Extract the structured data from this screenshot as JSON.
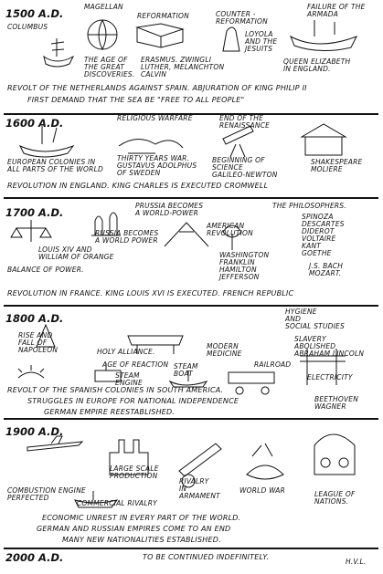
{
  "sections": {
    "s1500": {
      "header": "1500 A.D.",
      "magellan": "MAGELLAN",
      "columbus": "COLUMBUS",
      "reformation": "REFORMATION",
      "counter_reformation": "COUNTER -\nREFORMATION",
      "loyola": "LOYOLA\nAND THE\nJESUITS",
      "armada": "FAILURE OF THE\nARMADA",
      "age_of_discoveries": "THE AGE OF\nTHE GREAT\nDISCOVERIES.",
      "reformers": "ERASMUS. ZWINGLI\nLUTHER, MELANCHTON\nCALVIN",
      "elizabeth": "QUEEN ELIZABETH\nIN ENGLAND.",
      "revolt_line1": "REVOLT OF THE NETHERLANDS AGAINST SPAIN. ABJURATION OF KING PHILIP II",
      "revolt_line2": "FIRST DEMAND THAT THE SEA BE \"FREE TO ALL PEOPLE\""
    },
    "s1600": {
      "header": "1600 A.D.",
      "religious_warfare": "RELIGIOUS WARFARE",
      "renaissance": "END OF THE\nRENAISSANCE",
      "colonies": "EUROPEAN COLONIES IN\nALL PARTS OF THE WORLD",
      "thirty_years": "THIRTY YEARS WAR.\nGUSTAVUS ADOLPHUS\nOF SWEDEN",
      "science": "BEGINNING OF\nSCIENCE\nGALILEO-NEWTON",
      "shakespeare": "SHAKESPEARE\nMOLIERE",
      "revolution_line": "REVOLUTION IN ENGLAND. KING CHARLES IS EXECUTED  CROMWELL"
    },
    "s1700": {
      "header": "1700 A.D.",
      "prussia": "PRUSSIA BECOMES\nA WORLD-POWER",
      "russia": "RUSSIA BECOMES\nA WORLD POWER",
      "american_revolution": "AMERICAN\nREVOLUTION",
      "philosophers": "THE PHILOSOPHERS.",
      "philosopher_names": "SPINOZA\nDESCARTES\nDIDEROT\nVOLTAIRE\nKANT\nGOETHE",
      "louis": "LOUIS XIV AND\nWILLIAM OF ORANGE",
      "balance": "BALANCE OF POWER.",
      "americans": "WASHINGTON\nFRANKLIN\nHAMILTON\nJEFFERSON",
      "bach": "J.S. BACH\nMOZART.",
      "revolution_line": "REVOLUTION IN FRANCE. KING LOUIS XVI IS EXECUTED. FRENCH REPUBLIC"
    },
    "s1800": {
      "header": "1800 A.D.",
      "hygiene": "HYGIENE\nAND\nSOCIAL STUDIES",
      "napoleon": "RISE AND\nFALL OF\nNAPOLEON",
      "holy_alliance": "HOLY ALLIANCE.",
      "medicine": "MODERN\nMEDICINE",
      "slavery": "SLAVERY\nABOLISHED\nABRAHAM LINCOLN",
      "reaction": "AGE OF REACTION",
      "steam_engine": "STEAM\nENGINE",
      "steam_boat": "STEAM\nBOAT",
      "railroad": "RAILROAD",
      "electricity": "ELECTRICITY",
      "revolt_line": "REVOLT OF THE SPANISH COLONIES IN SOUTH AMERICA.",
      "struggles_line": "STRUGGLES IN EUROPE FOR NATIONAL INDEPENDENCE",
      "german_line": "GERMAN EMPIRE REESTABLISHED.",
      "beethoven": "BEETHOVEN\nWAGNER"
    },
    "s1900": {
      "header": "1900 A.D.",
      "production": "LARGE SCALE\nPRODUCTION",
      "rivalry": "RIVALRY\nIN\nARMAMENT",
      "world_war": "WORLD WAR",
      "combustion": "COMBUSTION ENGINE\nPERFECTED",
      "commercial": "COMMERCIAL RIVALRY",
      "league": "LEAGUE OF\nNATIONS.",
      "unrest_line": "ECONOMIC UNREST IN EVERY PART OF THE WORLD.",
      "empires_line": "GERMAN AND RUSSIAN EMPIRES COME TO AN END",
      "nationalities_line": "MANY NEW NATIONALITIES ESTABLISHED."
    },
    "s2000": {
      "header": "2000 A.D.",
      "continued": "TO BE CONTINUED INDEFINITELY.",
      "signature": "H.v.L."
    }
  }
}
